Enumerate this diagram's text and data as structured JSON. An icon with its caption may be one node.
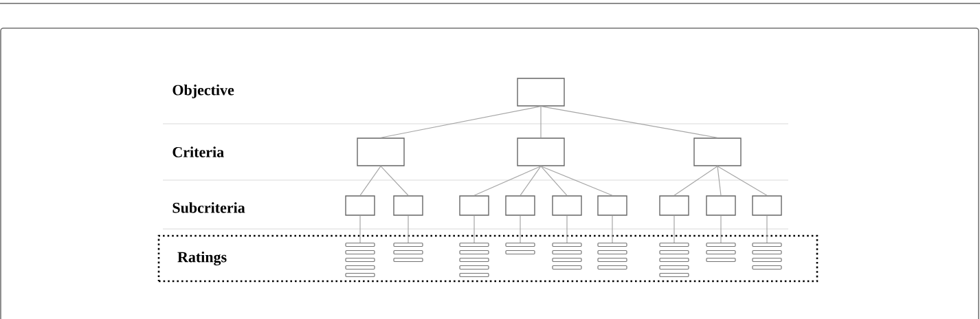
{
  "diagram": {
    "nodes": [
      {
        "text": [],
        "shape": "box"
      },
      {
        "text": [],
        "shape": "box"
      },
      {
        "text": [],
        "shape": "box"
      },
      {
        "text": [],
        "shape": "box"
      },
      {
        "text": [],
        "shape": "box"
      },
      {
        "text": [],
        "shape": "box"
      },
      {
        "text": [],
        "shape": "box"
      },
      {
        "text": [],
        "shape": "box"
      },
      {
        "text": [],
        "shape": "box"
      },
      {
        "text": [],
        "shape": "box"
      },
      {
        "text": [],
        "shape": "box"
      },
      {
        "text": [],
        "shape": "box"
      },
      {
        "text": [],
        "shape": "box"
      },
      {
        "text": [
          "Ratings"
        ]
      },
      {
        "text": [],
        "shape": "bar",
        "in": 13
      },
      {
        "text": [],
        "shape": "bar",
        "in": 13
      },
      {
        "text": [],
        "shape": "bar",
        "in": 13
      },
      {
        "text": [],
        "shape": "bar",
        "in": 13
      },
      {
        "text": [],
        "shape": "bar",
        "in": 13
      },
      {
        "text": [],
        "shape": "bar",
        "in": 13
      },
      {
        "text": [],
        "shape": "bar",
        "in": 13
      },
      {
        "text": [],
        "shape": "bar",
        "in": 13
      },
      {
        "text": [],
        "shape": "bar",
        "in": 13
      },
      {
        "text": [],
        "shape": "bar",
        "in": 13
      },
      {
        "text": [],
        "shape": "bar",
        "in": 13
      },
      {
        "text": [],
        "shape": "bar",
        "in": 13
      },
      {
        "text": [],
        "shape": "bar",
        "in": 13
      },
      {
        "text": [],
        "shape": "bar",
        "in": 13
      },
      {
        "text": [],
        "shape": "bar",
        "in": 13
      },
      {
        "text": [],
        "shape": "bar",
        "in": 13
      },
      {
        "text": [],
        "shape": "bar",
        "in": 13
      },
      {
        "text": [],
        "shape": "bar",
        "in": 13
      },
      {
        "text": [],
        "shape": "bar",
        "in": 13
      },
      {
        "text": [],
        "shape": "bar",
        "in": 13
      },
      {
        "text": [],
        "shape": "bar",
        "in": 13
      },
      {
        "text": [],
        "shape": "bar",
        "in": 13
      },
      {
        "text": [],
        "shape": "bar",
        "in": 13
      },
      {
        "text": [],
        "shape": "bar",
        "in": 13
      },
      {
        "text": [],
        "shape": "bar",
        "in": 13
      },
      {
        "text": [],
        "shape": "bar",
        "in": 13
      },
      {
        "text": [],
        "shape": "bar",
        "in": 13
      },
      {
        "text": [],
        "shape": "bar",
        "in": 13
      },
      {
        "text": [],
        "shape": "bar",
        "in": 13
      },
      {
        "text": [],
        "shape": "bar",
        "in": 13
      },
      {
        "text": [],
        "shape": "bar",
        "in": 13
      },
      {
        "text": [],
        "shape": "bar",
        "in": 13
      },
      {
        "text": [],
        "shape": "bar",
        "in": 13
      },
      {
        "text": [],
        "shape": "bar",
        "in": 13
      },
      {
        "text": [],
        "shape": "bar",
        "in": 13
      }
    ],
    "edges": [
      {
        "from": 0,
        "to": 1,
        "arrow": "none"
      },
      {
        "from": 0,
        "to": 2,
        "arrow": "none"
      },
      {
        "from": 0,
        "to": 3,
        "arrow": "none"
      },
      {
        "from": 1,
        "to": 4,
        "arrow": "none"
      },
      {
        "from": 1,
        "to": 5,
        "arrow": "none"
      },
      {
        "from": 2,
        "to": 6,
        "arrow": "none"
      },
      {
        "from": 2,
        "to": 7,
        "arrow": "none"
      },
      {
        "from": 2,
        "to": 8,
        "arrow": "none"
      },
      {
        "from": 2,
        "to": 9,
        "arrow": "none"
      },
      {
        "from": 3,
        "to": 10,
        "arrow": "none"
      },
      {
        "from": 3,
        "to": 11,
        "arrow": "none"
      },
      {
        "from": 3,
        "to": 12,
        "arrow": "none"
      },
      {
        "from": 4,
        "to": 14,
        "arrow": "none"
      },
      {
        "from": 5,
        "to": 19,
        "arrow": "none"
      },
      {
        "from": 6,
        "to": 22,
        "arrow": "none"
      },
      {
        "from": 7,
        "to": 27,
        "arrow": "none"
      },
      {
        "from": 8,
        "to": 29,
        "arrow": "none"
      },
      {
        "from": 9,
        "to": 33,
        "arrow": "none"
      },
      {
        "from": 10,
        "to": 37,
        "arrow": "none"
      },
      {
        "from": 11,
        "to": 42,
        "arrow": "none"
      },
      {
        "from": 12,
        "to": 45,
        "arrow": "none"
      }
    ],
    "labels": [
      "Objective",
      "Criteria",
      "Subcriteria"
    ]
  }
}
